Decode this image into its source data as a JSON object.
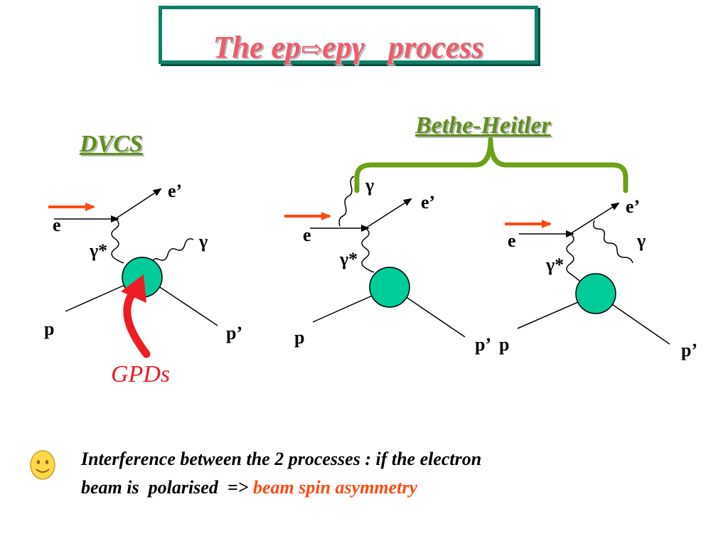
{
  "title": {
    "prefix": "The ep",
    "arrow_symbol": "⇨",
    "suffix": "epγ   process"
  },
  "sections": {
    "dvcs": "DVCS",
    "bethe_heitler": "Bethe-Heitler"
  },
  "dvcs_diagram": {
    "e_in": "e",
    "e_out": "e’",
    "virtual_photon": "γ*",
    "photon": "γ",
    "p_in": "p",
    "p_out": "p’"
  },
  "bh_diagram_1": {
    "e_in": "e",
    "e_out": "e’",
    "virtual_photon": "γ*",
    "photon": "γ",
    "p_in": "p",
    "p_out": "p’"
  },
  "bh_diagram_2": {
    "e_in": "e",
    "e_out": "e’",
    "virtual_photon": "γ*",
    "photon": "γ",
    "p_in": "p",
    "p_out": "p’"
  },
  "gpds_label": "GPDs",
  "note": {
    "line1": "Interference between the 2 processes : if  the electron",
    "line2_prefix": "beam is  polarised  => ",
    "line2_highlight": "beam spin asymmetry"
  },
  "colors": {
    "title_text": "#ef5b6b",
    "title_border": "#0f7f68",
    "section_label": "#5f8f1a",
    "brace": "#6aa117",
    "blob_fill": "#00cc99",
    "beam_arrow": "#ff4a12",
    "gpd_arrow": "#ee1c24",
    "highlight_text": "#ff4a12",
    "smiley": "#ffd84a"
  }
}
